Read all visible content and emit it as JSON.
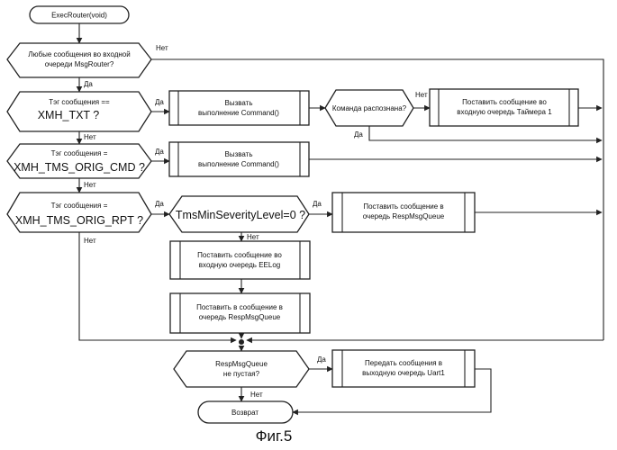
{
  "start": "ExecRouter(void)",
  "decisions": {
    "any_messages": [
      "Любые сообщения во входной",
      "очереди MsgRouter?"
    ],
    "tag_txt_label": "Тэг сообщения     ==",
    "tag_txt_code": "XMH_TXT ?",
    "tag_cmd_label": "Тэг сообщения     =",
    "tag_cmd_code": "XMH_TMS_ORIG_CMD ?",
    "tag_rpt_label": "Тэг сообщения     =",
    "tag_rpt_code": "XMH_TMS_ORIG_RPT ?",
    "command_recognized": "Команда распознана?",
    "severity": "TmsMinSeverityLevel=0 ?",
    "resp_queue": [
      "RespMsgQueue",
      "не пустая?"
    ]
  },
  "processes": {
    "call_cmd_1": [
      "Вызвать",
      "выполнение Command()"
    ],
    "put_timer": [
      "Поставить сообщение во",
      "входную очередь Таймера 1"
    ],
    "call_cmd_2": [
      "Вызвать",
      "выполнение Command()"
    ],
    "put_resp_1": [
      "Поставить   сообщение в",
      "очередь RespMsgQueue"
    ],
    "put_eelog": [
      "Поставить сообщение во",
      "входную очередь EELog"
    ],
    "put_resp_2": [
      "Поставить в сообщение в",
      "очередь RespMsgQueue"
    ],
    "send_uart": [
      "Передать сообщения в",
      "выходную очередь Uart1"
    ]
  },
  "end": "Возврат",
  "labels": {
    "yes": "Да",
    "no": "Нет"
  },
  "caption": "Фиг.5"
}
